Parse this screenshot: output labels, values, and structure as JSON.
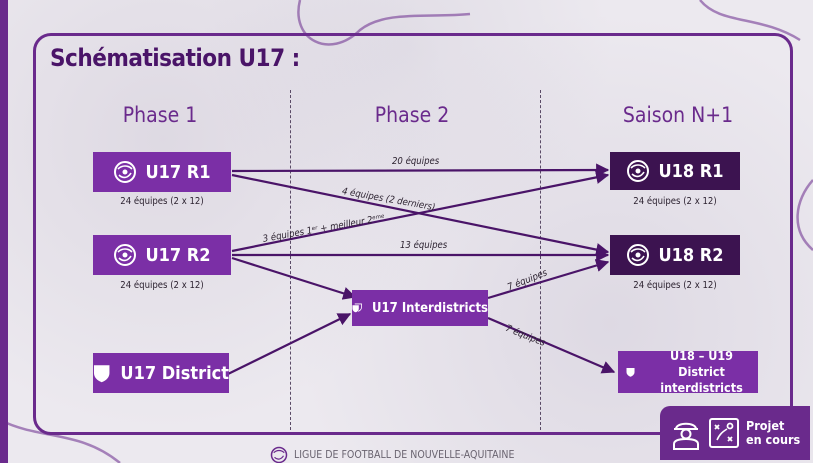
{
  "title": "Schématisation U17 :",
  "columns": [
    "Phase 1",
    "Phase 2",
    "Saison N+1"
  ],
  "boxes": {
    "u17_r1": "U17 R1",
    "u17_r2": "U17 R2",
    "u17_district": "U17 District",
    "u17_interdistricts": "U17 Interdistricts",
    "u18_r1": "U18 R1",
    "u18_r2": "U18 R2",
    "u18_u19_district": "U18 – U19 District interdistricts"
  },
  "captions": {
    "u17_r1": "24 équipes (2 x 12)",
    "u17_r2": "24 équipes (2 x 12)",
    "u18_r1": "24 équipes (2 x 12)",
    "u18_r2": "24 équipes (2 x 12)"
  },
  "arrow_labels": {
    "r1_to_u18r1": "20 équipes",
    "r1_to_u18r2": "4 équipes (2 derniers)",
    "r2_to_u18r1": "3 équipes 1ᵉʳ + meilleur 2ᵉᵐᵉ",
    "r2_to_u18r2": "13 équipes",
    "inter_to_u18r2": "7 équipes",
    "inter_to_district": "7 équipes"
  },
  "footer": {
    "org": "LIGUE DE FOOTBALL DE NOUVELLE-AQUITAINE"
  },
  "badge": {
    "label": "Projet\nen cours"
  },
  "icons": {
    "box_logo": "football-logo-icon",
    "shield": "shield-icon",
    "badge_person": "worker-icon",
    "badge_board": "tactics-board-icon",
    "footer_logo": "league-logo-icon"
  },
  "colors": {
    "primary": "#7b2fa6",
    "dark": "#3c1350",
    "title": "#4a1468"
  }
}
